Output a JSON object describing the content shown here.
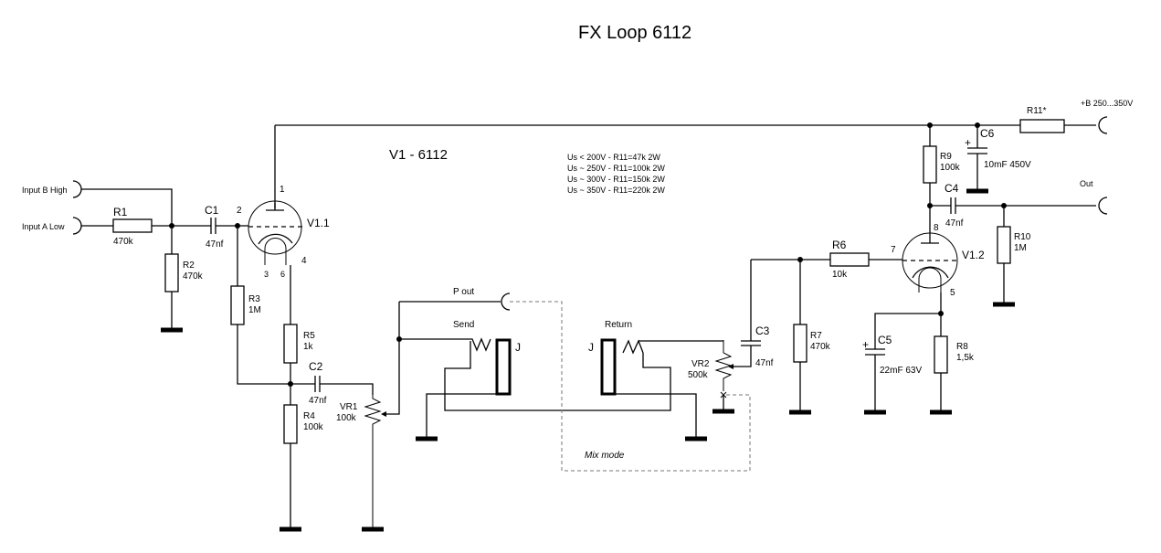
{
  "title": "FX Loop 6112",
  "tube_label": "V1 -  6112",
  "supply": {
    "label": "+B 250...350V",
    "resistor": "R11*"
  },
  "r11_table": [
    "Us < 200V - R11=47k 2W",
    "Us ~ 250V - R11=100k 2W",
    "Us ~ 300V - R11=150k 2W",
    "Us ~ 350V - R11=220k 2W"
  ],
  "inputs": {
    "high": "Input B High",
    "low": "Input A Low"
  },
  "output": "Out",
  "tubes": [
    {
      "name": "V1.1",
      "pins": [
        "1",
        "2",
        "3",
        "6",
        "4"
      ]
    },
    {
      "name": "V1.2",
      "pins": [
        "8",
        "7",
        "5"
      ]
    }
  ],
  "components": {
    "R1": {
      "name": "R1",
      "value": "470k"
    },
    "R2": {
      "name": "R2",
      "value": "470k"
    },
    "R3": {
      "name": "R3",
      "value": "1M"
    },
    "R4": {
      "name": "R4",
      "value": "100k"
    },
    "R5": {
      "name": "R5",
      "value": "1k"
    },
    "R6": {
      "name": "R6",
      "value": "10k"
    },
    "R7": {
      "name": "R7",
      "value": "470k"
    },
    "R8": {
      "name": "R8",
      "value": "1,5k"
    },
    "R9": {
      "name": "R9",
      "value": "100k"
    },
    "R10": {
      "name": "R10",
      "value": "1M"
    },
    "C1": {
      "name": "C1",
      "value": "47nf"
    },
    "C2": {
      "name": "C2",
      "value": "47nf"
    },
    "C3": {
      "name": "C3",
      "value": "47nf"
    },
    "C4": {
      "name": "C4",
      "value": "47nf"
    },
    "C5": {
      "name": "C5",
      "value": "22mF 63V"
    },
    "C6": {
      "name": "C6",
      "value": "10mF 450V"
    },
    "VR1": {
      "name": "VR1",
      "value": "100k"
    },
    "VR2": {
      "name": "VR2",
      "value": "500k"
    }
  },
  "jacks": {
    "p_out": "P out",
    "send": "Send",
    "return": "Return",
    "jack_letter": "J"
  },
  "mix_mode": "Mix mode",
  "polarity": "+"
}
